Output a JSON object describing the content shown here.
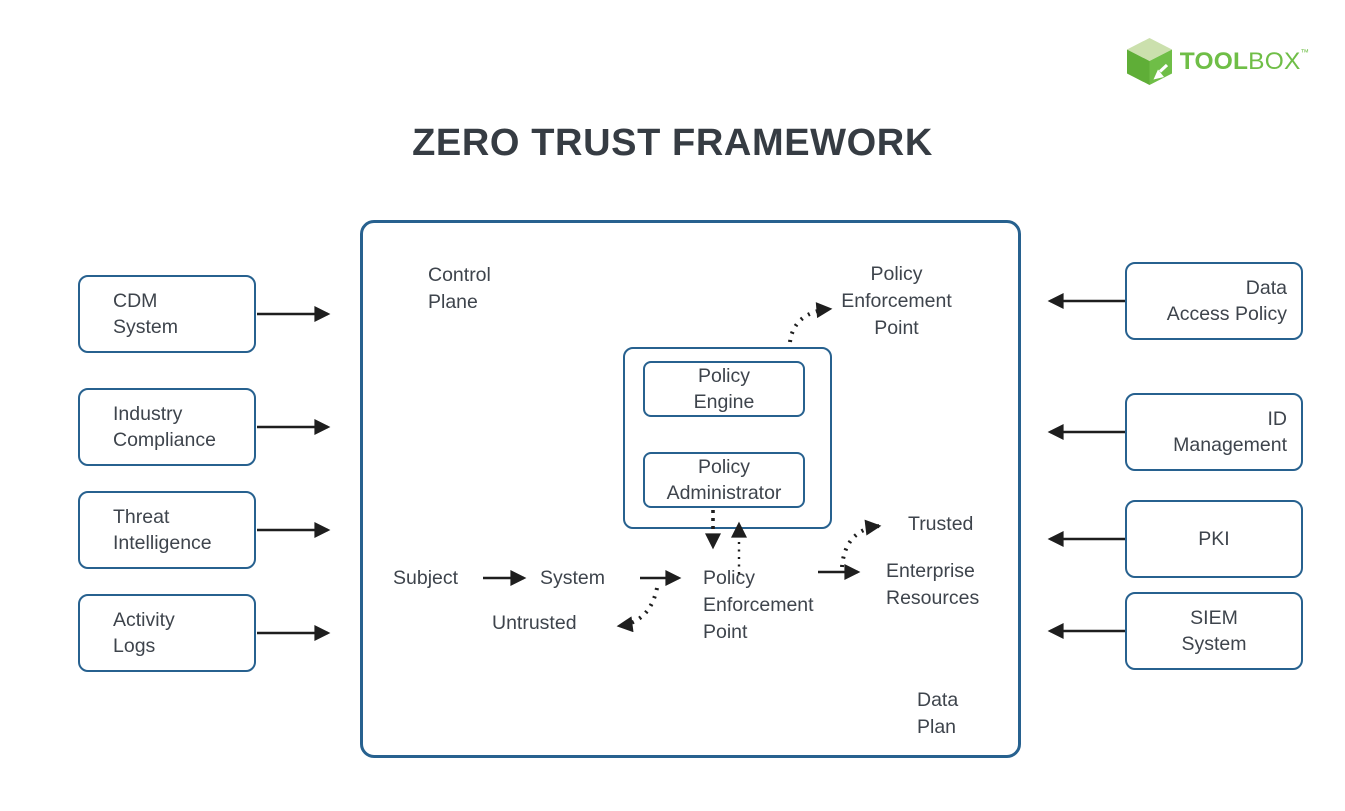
{
  "brand": {
    "logo_icon": "toolbox-cube-icon",
    "logo_text_bold": "TOOL",
    "logo_text_light": "BOX",
    "trademark": "™"
  },
  "title": "ZERO TRUST FRAMEWORK",
  "left_nodes": [
    "CDM\nSystem",
    "Industry\nCompliance",
    "Threat\nIntelligence",
    "Activity\nLogs"
  ],
  "right_nodes": [
    "Data\nAccess Policy",
    "ID\nManagement",
    "PKI",
    "SIEM\nSystem"
  ],
  "control_plane": {
    "label": "Control\nPlane",
    "pep_label": "Policy\nEnforcement\nPoint",
    "engine": "Policy\nEngine",
    "administrator": "Policy\nAdministrator"
  },
  "data_plane": {
    "label": "Data\nPlan",
    "subject": "Subject",
    "system": "System",
    "pep": "Policy\nEnforcement\nPoint",
    "resources": "Enterprise\nResources",
    "untrusted": "Untrusted",
    "trusted": "Trusted"
  },
  "colors": {
    "bg": "#ffffff",
    "box_border": "#27618f",
    "text": "#3e444c",
    "arrow": "#1e1e1e",
    "logo_green": "#6fbe47",
    "logo_green_light": "#cbe0ad",
    "logo_green_dark": "#5fae37"
  }
}
